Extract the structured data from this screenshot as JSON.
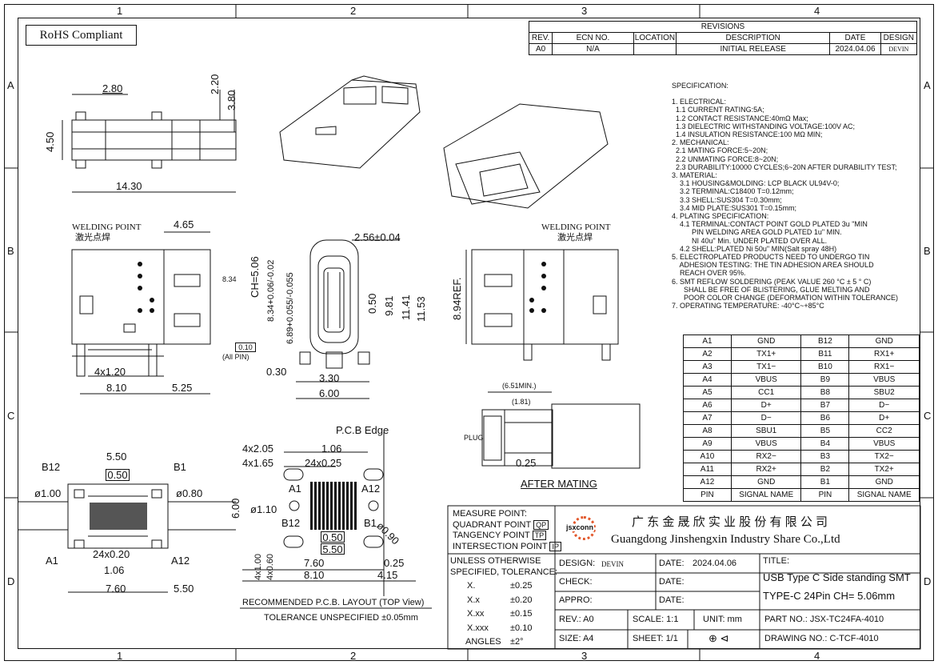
{
  "frame": {
    "cols": [
      "1",
      "2",
      "3",
      "4"
    ],
    "rows": [
      "A",
      "B",
      "C",
      "D"
    ]
  },
  "rohs": "RoHS Compliant",
  "revisions": {
    "title": "REVISIONS",
    "headers": [
      "REV.",
      "ECN NO.",
      "LOCATION",
      "DESCRIPTION",
      "DATE",
      "DESIGN"
    ],
    "row": [
      "A0",
      "N/A",
      "",
      "INITIAL RELEASE",
      "2024.04.06",
      "DEVIN"
    ]
  },
  "spec": {
    "title": "SPECIFICATION:",
    "lines": [
      "1. ELECTRICAL:",
      "  1.1 CURRENT RATING:5A;",
      "  1.2 CONTACT RESISTANCE:40mΩ Max;",
      "  1.3 DIELECTRIC WITHSTANDING VOLTAGE:100V AC;",
      "  1.4 INSULATION RESISTANCE:100 MΩ MIN;",
      "2. MECHANICAL:",
      "  2.1 MATING FORCE:5~20N;",
      "  2.2 UNMATING FORCE:8~20N;",
      "  2.3 DURABILITY:10000 CYCLES;6~20N AFTER DURABILITY TEST;",
      "3. MATERIAL:",
      "    3.1 HOUSING&MOLDING: LCP BLACK UL94V-0;",
      "    3.2 TERMINAL:C18400 T=0.12mm;",
      "    3.3 SHELL:SUS304 T=0.30mm;",
      "    3.4 MID PLATE:SUS301 T=0.15mm;",
      "4. PLATING SPECIFICATION:",
      "    4.1 TERMINAL:CONTACT POINT GOLD PLATED 3u \"MIN",
      "          PIN WELDING AREA GOLD PLATED 1u\" MIN.",
      "          NI 40u\" Min. UNDER PLATED OVER ALL.",
      "    4.2 SHELL:PLATED Ni 50u\" MIN(Salt spray 48H)",
      "5. ELECTROPLATED PRODUCTS NEED TO UNDERGO TIN",
      "    ADHESION TESTING: THE TIN ADHESION AREA SHOULD",
      "    REACH OVER 95%.",
      "6. SMT REFLOW SOLDERING (PEAK VALUE 260 °C ± 5 ° C)",
      "      SHALL BE FREE OF BLISTERING, GLUE MELTING AND",
      "      POOR COLOR CHANGE (DEFORMATION WITHIN TOLERANCE)",
      "7. OPERATING TEMPERATURE: -40°C~+85°C"
    ]
  },
  "pins": {
    "rows": [
      [
        "A1",
        "GND",
        "B12",
        "GND"
      ],
      [
        "A2",
        "TX1+",
        "B11",
        "RX1+"
      ],
      [
        "A3",
        "TX1−",
        "B10",
        "RX1−"
      ],
      [
        "A4",
        "VBUS",
        "B9",
        "VBUS"
      ],
      [
        "A5",
        "CC1",
        "B8",
        "SBU2"
      ],
      [
        "A6",
        "D+",
        "B7",
        "D−"
      ],
      [
        "A7",
        "D−",
        "B6",
        "D+"
      ],
      [
        "A8",
        "SBU1",
        "B5",
        "CC2"
      ],
      [
        "A9",
        "VBUS",
        "B4",
        "VBUS"
      ],
      [
        "A10",
        "RX2−",
        "B3",
        "TX2−"
      ],
      [
        "A11",
        "RX2+",
        "B2",
        "TX2+"
      ],
      [
        "A12",
        "GND",
        "B1",
        "GND"
      ]
    ],
    "footer": [
      "PIN",
      "SIGNAL NAME",
      "PIN",
      "SIGNAL NAME"
    ]
  },
  "dims": {
    "top_view": [
      "2.80",
      "2.20",
      "3.80",
      "4.50",
      "14.30"
    ],
    "side_view": [
      "WELDING POINT",
      "激光点焊",
      "4.65",
      "4x1.20",
      "8.10",
      "5.25",
      "8.34",
      "0.10",
      "(All PIN)"
    ],
    "front_view": [
      "2.56±0.04",
      "CH=5.06",
      "8.34+0.06/-0.02",
      "6.89+0.055/-0.055",
      "0.50",
      "9.81",
      "11.41",
      "11.53",
      "0.30",
      "3.30",
      "6.00"
    ],
    "side_right": [
      "WELDING POINT",
      "激光点焊",
      "8.94REF."
    ],
    "mating": [
      "(6.51MIN.)",
      "(1.81)",
      "PLUG",
      "0.25",
      "AFTER  MATING"
    ],
    "bottom_view": [
      "5.50",
      "0.50",
      "B12",
      "B1",
      "ø1.00",
      "ø0.80",
      "A1",
      "A12",
      "24x0.20",
      "1.06",
      "7.60",
      "5.50"
    ],
    "pcb": [
      "P.C.B  Edge",
      "4x2.05",
      "1.06",
      "4x1.65",
      "24x0.25",
      "6.00",
      "ø1.10",
      "A1",
      "A12",
      "B12",
      "B1",
      "ø0.90",
      "0.50",
      "5.50",
      "4x1.00",
      "4x0.60",
      "7.60",
      "0.25",
      "8.10",
      "4.15"
    ]
  },
  "pcb_caption": {
    "title": "RECOMMENDED   P.C.B.  LAYOUT  (TOP View)",
    "tol": "TOLERANCE  UNSPECIFIED  ±0.05mm"
  },
  "measure": {
    "lines": [
      "MEASURE  POINT:",
      "QUADRANT  POINT",
      "TANGENCY  POINT",
      "INTERSECTION POINT"
    ],
    "badges": [
      "QP",
      "TP",
      "IP"
    ]
  },
  "company": {
    "logo": "jsxconn",
    "cn": "广 东 金 晟 欣 实 业 股 份 有 限 公 司",
    "en": "Guangdong Jinshengxin Industry Share Co.,Ltd"
  },
  "tolerance": {
    "title1": "UNLESS  OTHERWISE",
    "title2": "SPECIFIED, TOLERANCE:",
    "rows": [
      [
        "X.",
        "±0.25"
      ],
      [
        "X.x",
        "±0.20"
      ],
      [
        "X.xx",
        "±0.15"
      ],
      [
        "X.xxx",
        "±0.10"
      ],
      [
        "ANGLES",
        "±2°"
      ]
    ]
  },
  "titleblock": {
    "design_label": "DESIGN:",
    "design": "DEVIN",
    "date_label": "DATE:",
    "date": "2024.04.06",
    "check": "CHECK:",
    "appro": "APPRO:",
    "rev": "REV.: A0",
    "scale": "SCALE: 1:1",
    "unit": "UNIT: mm",
    "size": "SIZE: A4",
    "sheet": "SHEET: 1/1",
    "title_label": "TITLE:",
    "title1": "USB Type C Side standing SMT",
    "title2": "TYPE-C 24Pin  CH= 5.06mm",
    "part": "PART  NO.:  JSX-TC24FA-4010",
    "drawing": "DRAWING  NO.:   C-TCF-4010"
  }
}
